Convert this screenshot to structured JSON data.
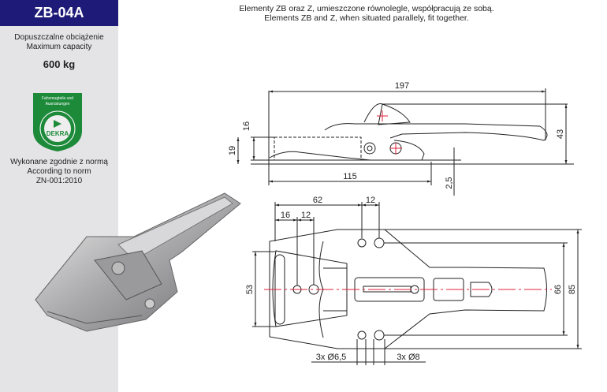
{
  "product": {
    "code": "ZB-04A"
  },
  "capacity": {
    "label_pl": "Dopuszczalne obciążenie",
    "label_en": "Maximum capacity",
    "value": "600 kg"
  },
  "certification": {
    "logo_text": "DEKRA",
    "logo_caption": "Fahrzeugteile und Ausrüstungen",
    "norm_pl": "Wykonane zgodnie z normą",
    "norm_en": "According to norm",
    "norm_code": "ZN-001:2010"
  },
  "note": {
    "pl": "Elementy ZB oraz Z, umieszczone równolegle, współpracują ze sobą.",
    "en": "Elements ZB and Z, when situated parallely, fit together."
  },
  "side_view": {
    "length": "197",
    "height": "43",
    "base_height": "16",
    "housing_height": "19",
    "base_length": "115",
    "plate_thickness": "2,5"
  },
  "top_view": {
    "hole_offset": "62",
    "hole_spacing_top": "12",
    "left_offset": "16",
    "left_spacing": "12",
    "inner_width": "53",
    "hole_span": "66",
    "total_width": "85",
    "small_holes": "3x Ø6,5",
    "large_holes": "3x Ø8"
  },
  "colors": {
    "header": "#1e1a78",
    "sidebar": "#e4e4e6",
    "centerline": "#e0203a",
    "dekra_green": "#1d8a3a"
  }
}
